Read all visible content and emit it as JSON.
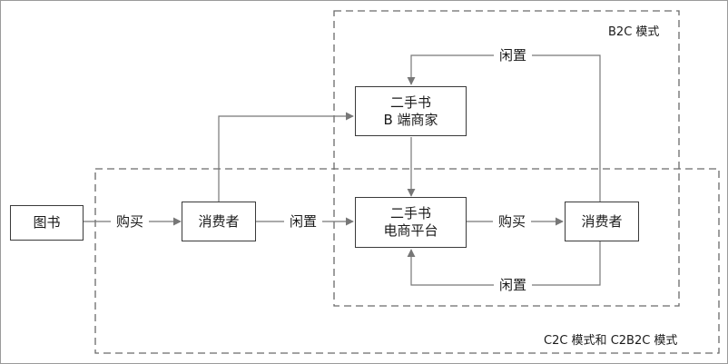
{
  "regions": {
    "b2c": "B2C 模式",
    "c2c": "C2C 模式和 C2B2C 模式"
  },
  "nodes": {
    "books": "图书",
    "consumer_left": "消费者",
    "b_merchant": {
      "line1": "二手书",
      "line2": "B 端商家"
    },
    "platform": {
      "line1": "二手书",
      "line2": "电商平台"
    },
    "consumer_right": "消费者"
  },
  "edges": {
    "books_to_consumer": "购买",
    "consumer_to_platform": "闲置",
    "platform_to_consumer": "购买",
    "consumer_to_merchant_top": "闲置",
    "consumer_to_platform_bottom": "闲置"
  },
  "colors": {
    "line": "#777777",
    "border": "#3a3a3a",
    "dash": "#6a6a6a"
  }
}
